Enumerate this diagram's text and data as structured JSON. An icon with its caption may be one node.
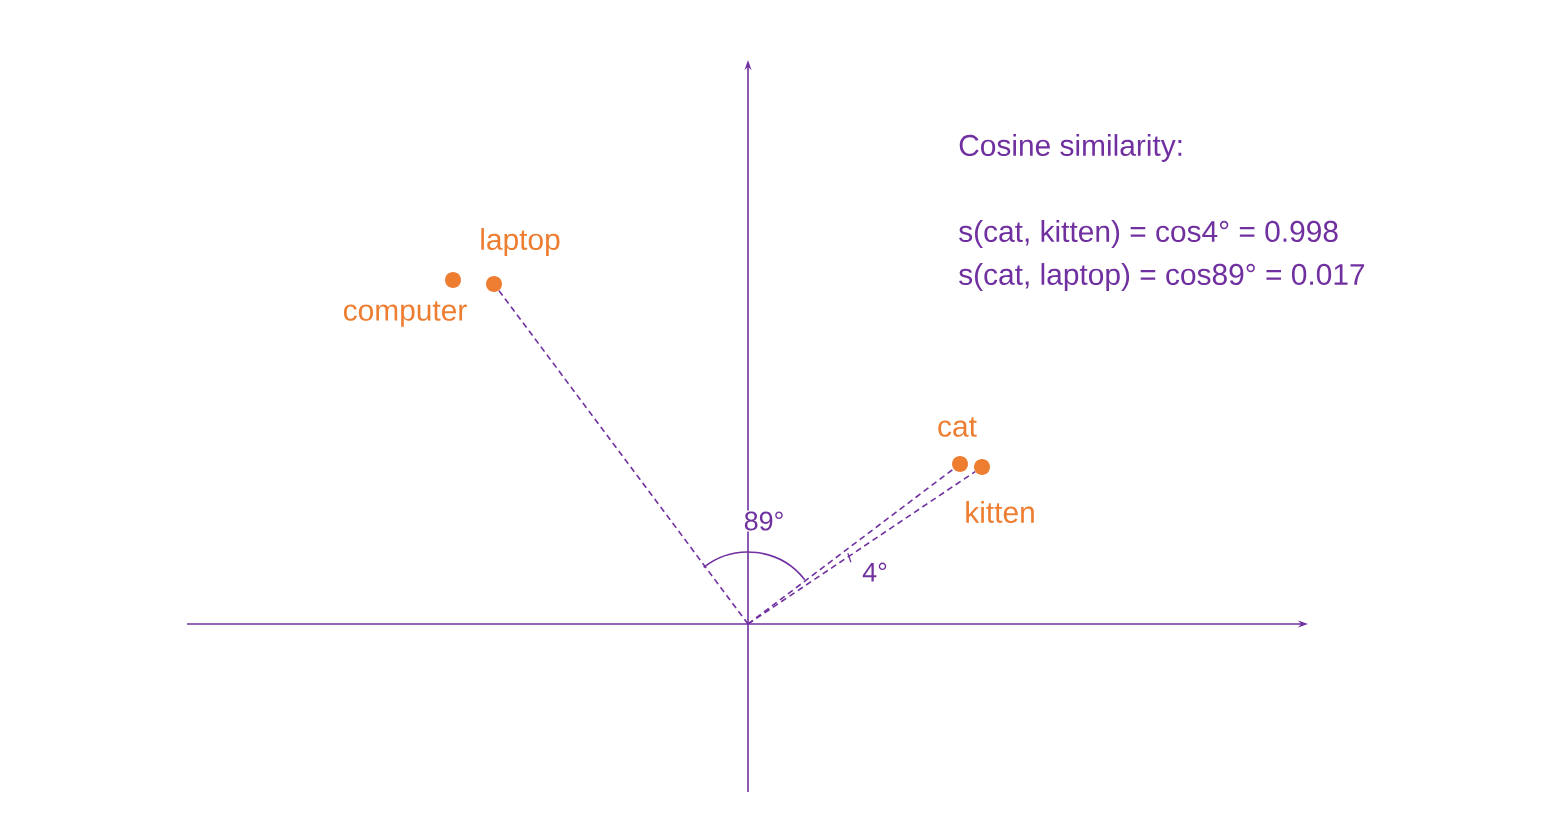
{
  "diagram": {
    "nodes": [
      {
        "text": [],
        "shape": "circle",
        "beside": [
          "computer"
        ]
      },
      {
        "text": [],
        "shape": "circle",
        "beside": [
          "laptop"
        ]
      },
      {
        "text": [],
        "shape": "circle",
        "beside": [
          "cat"
        ]
      },
      {
        "text": [],
        "shape": "circle",
        "beside": [
          "kitten"
        ]
      }
    ],
    "edges": [
      {
        "from": null,
        "to": 1,
        "arrow": "none",
        "style": "dashed"
      },
      {
        "from": null,
        "to": 2,
        "arrow": "none",
        "style": "dashed"
      },
      {
        "from": null,
        "to": 3,
        "arrow": "none",
        "style": "dashed"
      }
    ],
    "labels": [
      "Cosine similarity:",
      "s(cat, kitten) = cos4° = 0.998",
      "s(cat, laptop) = cos89° = 0.017",
      "89°",
      "4°"
    ]
  }
}
